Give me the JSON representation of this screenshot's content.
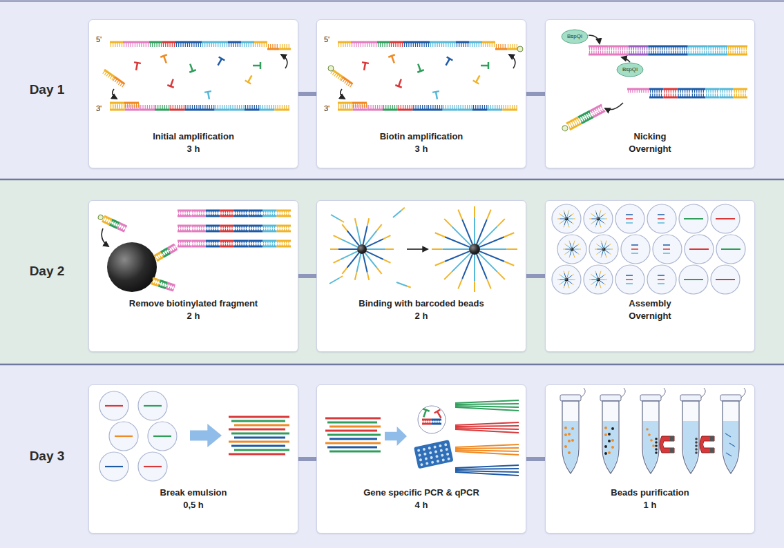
{
  "diagram": {
    "nodes": [
      {
        "text": [
          "Day 1"
        ]
      },
      {
        "text": [
          "Initial amplification",
          "3 h"
        ],
        "in": 0
      },
      {
        "text": [
          "Biotin amplification",
          "3 h"
        ],
        "in": 0
      },
      {
        "text": [
          "Nicking",
          "Overnight"
        ],
        "in": 0
      },
      {
        "text": [
          "Day 2"
        ]
      },
      {
        "text": [
          "Remove biotinylated fragment",
          "2 h"
        ],
        "in": 4
      },
      {
        "text": [
          "Binding with barcoded beads",
          "2 h"
        ],
        "in": 4
      },
      {
        "text": [
          "Assembly",
          "Overnight"
        ],
        "in": 4
      },
      {
        "text": [
          "Day 3"
        ]
      },
      {
        "text": [
          "Break emulsion",
          "0,5 h"
        ],
        "in": 8
      },
      {
        "text": [
          "Gene specific PCR & qPCR",
          "4 h"
        ],
        "in": 8
      },
      {
        "text": [
          "Beads purification",
          "1 h"
        ],
        "in": 8
      }
    ],
    "edges": [
      {
        "from": 1,
        "to": 2,
        "arrow": "none"
      },
      {
        "from": 2,
        "to": 3,
        "arrow": "none"
      },
      {
        "from": 5,
        "to": 6,
        "arrow": "none"
      },
      {
        "from": 6,
        "to": 7,
        "arrow": "none"
      },
      {
        "from": 9,
        "to": 10,
        "arrow": "none"
      },
      {
        "from": 10,
        "to": 11,
        "arrow": "none"
      }
    ],
    "labels": [
      "5'",
      "3'",
      "5'",
      "3'",
      "BspQI",
      "BspQI"
    ]
  }
}
